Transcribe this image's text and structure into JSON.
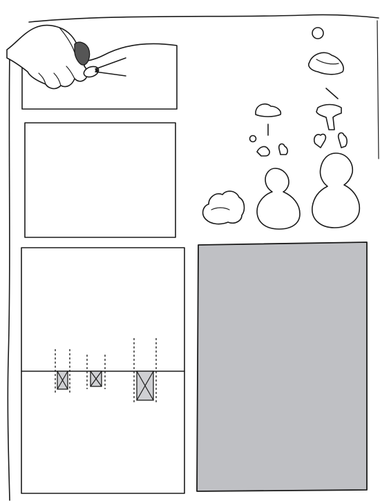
{
  "illustration": {
    "kind": "paper-craft instructions",
    "panels": [
      "cut-paper",
      "blank-card",
      "pop-up-card-with-slits",
      "gray-backing-card",
      "snowman-cutout-pieces"
    ],
    "colors": {
      "line": "#1a1a1a",
      "paper": "#ffffff",
      "backing_card": "#bfc0c4",
      "slit_tab": "#cfd0d3"
    },
    "icons": [
      "hand-icon",
      "scissors-icon",
      "snowman-icon",
      "hat-icon",
      "scarf-icon",
      "mitten-icon",
      "carrot-nose-icon",
      "snow-pile-icon"
    ]
  }
}
